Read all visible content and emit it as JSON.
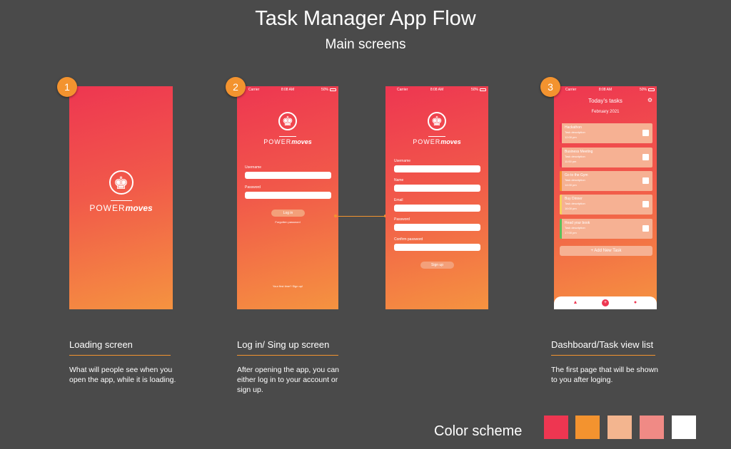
{
  "header": {
    "title": "Task Manager App Flow",
    "subtitle": "Main screens"
  },
  "badges": [
    "1",
    "2",
    "3"
  ],
  "brand": {
    "prefix": "POWER",
    "suffix": "moves"
  },
  "status_bar": {
    "carrier": "Carrier",
    "time": "8:08 AM",
    "battery": "50%"
  },
  "login": {
    "username_label": "Username",
    "password_label": "Password",
    "login_button": "Log in",
    "forgotten": "Forgotten password",
    "signup_prompt": "Your first time? Sign up!"
  },
  "signup": {
    "fields": [
      "Username",
      "Name",
      "Email",
      "Password",
      "Confirm password"
    ],
    "button": "Sign up"
  },
  "dashboard": {
    "title": "Today's tasks",
    "date": "February 2021",
    "tasks": [
      {
        "title": "Hackathon",
        "desc": "Task description",
        "time": "12:00 pm",
        "color": "#ee3651"
      },
      {
        "title": "Business Meeting",
        "desc": "Task description",
        "time": "11:00 pm",
        "color": "#ee3651"
      },
      {
        "title": "Go to the Gym",
        "desc": "Task description",
        "time": "14:00 pm",
        "color": "#f3932f"
      },
      {
        "title": "Buy Dinner",
        "desc": "Task description",
        "time": "16:00 pm",
        "color": "#f7d25a"
      },
      {
        "title": "Read your book",
        "desc": "Task description",
        "time": "17:00 pm",
        "color": "#5cbf5a"
      }
    ],
    "add_task": "+ Add New Task"
  },
  "sections": [
    {
      "heading": "Loading screen",
      "desc": "What will people see when you open the app, while it is loading."
    },
    {
      "heading": "Log in/ Sing up screen",
      "desc": "After opening the app, you can either log in to your account or sign up."
    },
    {
      "heading": "Dashboard/Task view list",
      "desc": "The first page that will  be shown to you after loging."
    }
  ],
  "color_scheme": {
    "label": "Color scheme",
    "colors": [
      "#ee3651",
      "#f3932f",
      "#f3b58f",
      "#f08a85",
      "#ffffff"
    ]
  }
}
